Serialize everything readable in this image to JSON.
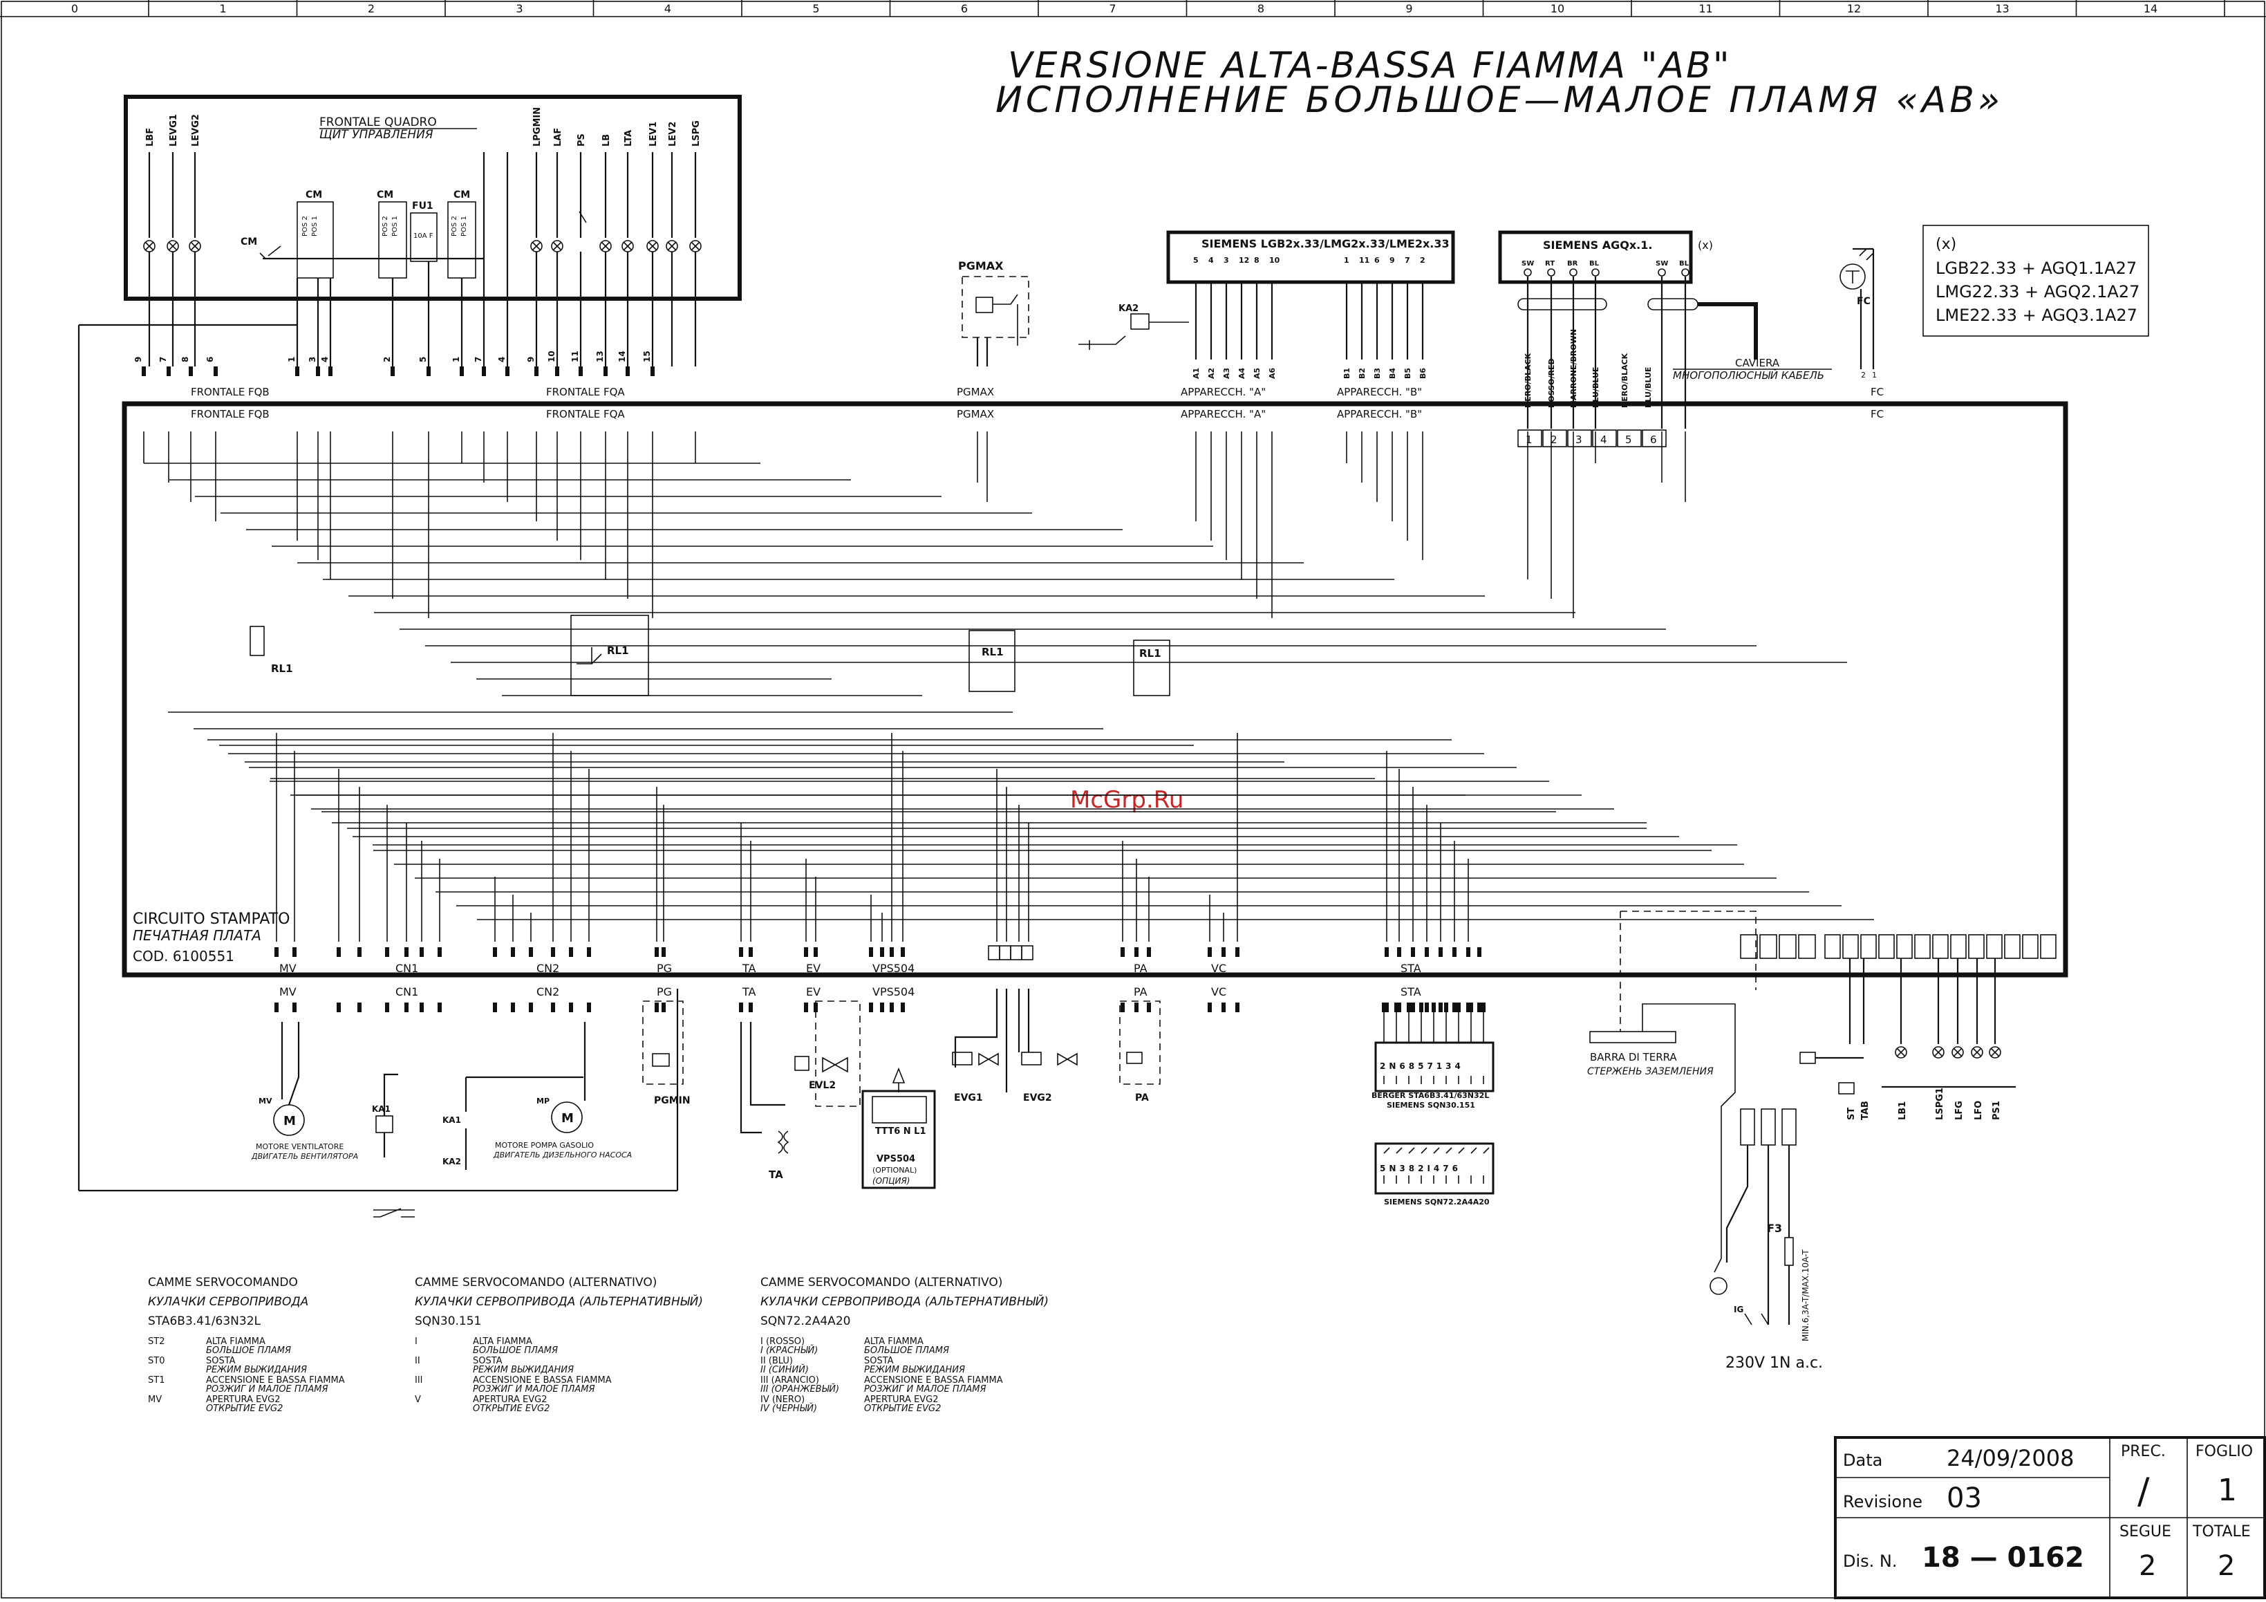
{
  "ruler": [
    "0",
    "1",
    "2",
    "3",
    "4",
    "5",
    "6",
    "7",
    "8",
    "9",
    "10",
    "11",
    "12",
    "13",
    "14"
  ],
  "title": {
    "line1": "VERSIONE ALTA-BASSA FIAMMA \"AB\"",
    "line2": "ИСПОЛНЕНИЕ БОЛЬШОЕ—МАЛОЕ ПЛАМЯ «АВ»"
  },
  "panel": {
    "title_it": "FRONTALE QUADRO",
    "title_ru": "ЩИТ УПРАВЛЕНИЯ",
    "lamps_left": [
      "LBF",
      "LEVG1",
      "LEVG2"
    ],
    "lamps_right": [
      "LPGMIN",
      "LAF",
      "PS",
      "LB",
      "LTA",
      "LEV1",
      "LEV2",
      "LSPG"
    ],
    "cm_label": "CM",
    "fuse_label": "FU1",
    "fuse_rating": "10A F",
    "pos1": "POS 1",
    "pos2": "POS 2",
    "terminals": [
      "9",
      "7",
      "8",
      "6",
      "1",
      "3",
      "4",
      "2",
      "5",
      "1",
      "7",
      "4",
      "9",
      "10",
      "11",
      "13",
      "14",
      "15"
    ]
  },
  "siemens_a": {
    "title": "SIEMENS LGB2x.33/LMG2x.33/LME2x.33",
    "pins": [
      "5",
      "4",
      "3",
      "12",
      "8",
      "10",
      "1",
      "11",
      "6",
      "9",
      "7",
      "2"
    ],
    "group_a": [
      "A1",
      "A2",
      "A3",
      "A4",
      "A5",
      "A6"
    ],
    "group_b": [
      "B1",
      "B2",
      "B3",
      "B4",
      "B5",
      "B6"
    ],
    "ka2": "KA2"
  },
  "siemens_agq": {
    "title": "SIEMENS AGQx.1.",
    "note": "(x)",
    "pins": [
      "SW",
      "RT",
      "BR",
      "BL",
      "SW",
      "BL"
    ],
    "wires": [
      "NERO/BLACK",
      "ROSSO/RED",
      "MARRONE/BROWN",
      "BLU/BLUE",
      "NERO/BLACK",
      "BLU/BLUE"
    ],
    "terminals": [
      "1",
      "2",
      "3",
      "4",
      "5",
      "6"
    ],
    "cable_it": "CAVIERA",
    "cable_ru": "МНОГОПОЛЮСНЫЙ КАБЕЛЬ"
  },
  "legend_box": {
    "header": "(x)",
    "rows": [
      "LGB22.33  +  AGQ1.1A27",
      "LMG22.33  +  AGQ2.1A27",
      "LME22.33  +  AGQ3.1A27"
    ]
  },
  "fc": {
    "label": "FC",
    "pins": [
      "2",
      "1"
    ]
  },
  "pgmax": {
    "label": "PGMAX"
  },
  "connector_labels": {
    "frontale_fqb": "FRONTALE FQB",
    "frontale_fqa": "FRONTALE FQA",
    "pgmax": "PGMAX",
    "apparecch_a": "APPARECCH. \"A\"",
    "apparecch_b": "APPARECCH. \"B\"",
    "fc": "FC"
  },
  "pcb": {
    "name_it": "CIRCUITO STAMPATO",
    "name_ru": "ПЕЧАТНАЯ ПЛАТА",
    "code": "COD. 6100551",
    "relay": "RL1",
    "bottom_labels": [
      "MV",
      "CN1",
      "CN2",
      "PG",
      "TA",
      "EV",
      "VPS504",
      "PA",
      "VC",
      "STA"
    ]
  },
  "bottom": {
    "mv_it": "MOTORE VENTILATORE",
    "mv_ru": "ДВИГАТЕЛЬ ВЕНТИЛЯТОРА",
    "mp_it": "MOTORE POMPA GASOLIO",
    "mp_ru": "ДВИГАТЕЛЬ ДИЗЕЛЬНОГО НАСОСА",
    "ka1": "KA1",
    "ka2": "KA2",
    "pgmin": "PGMIN",
    "ta": "TA",
    "evl2": "EVL2",
    "vps_name": "VPS504",
    "vps_opt": "(OPTIONAL)",
    "vps_opt_ru": "(ОПЦИЯ)",
    "evg1": "EVG1",
    "evg2": "EVG2",
    "pa": "PA",
    "sta1": "BERGER STA6B3.41/63N32L",
    "sta1b": "SIEMENS SQN30.151",
    "sta1_pins": "2N6857134",
    "sta2": "SIEMENS SQN72.2A4A20",
    "sta2_pins": "5N382I476",
    "earth_it": "BARRA DI TERRA",
    "earth_ru": "СТЕРЖЕНЬ ЗАЗЕМЛЕНИЯ",
    "supply": "230V 1N a.c.",
    "fuse": "F3",
    "fuse_rating": "MIN.6,3A-T/MAX.10A-T",
    "ig": "IG",
    "right_labels": [
      "ST",
      "TAB",
      "LB1",
      "LSPG1",
      "LFG",
      "LFO",
      "PS1"
    ]
  },
  "cams": [
    {
      "title": "CAMME SERVOCOMANDO",
      "title_ru": "КУЛАЧКИ СЕРВОПРИВОДА",
      "model": "STA6B3.41/63N32L",
      "rows": [
        {
          "k": "ST2",
          "it": "ALTA FIAMMA",
          "ru": "БОЛЬШОЕ ПЛАМЯ"
        },
        {
          "k": "ST0",
          "it": "SOSTA",
          "ru": "РЕЖИМ ВЫЖИДАНИЯ"
        },
        {
          "k": "ST1",
          "it": "ACCENSIONE E BASSA FIAMMA",
          "ru": "РОЗЖИГ И МАЛОЕ ПЛАМЯ"
        },
        {
          "k": "MV",
          "it": "APERTURA EVG2",
          "ru": "ОТКРЫТИЕ EVG2"
        }
      ]
    },
    {
      "title": "CAMME SERVOCOMANDO (ALTERNATIVO)",
      "title_ru": "КУЛАЧКИ СЕРВОПРИВОДА (АЛЬТЕРНАТИВНЫЙ)",
      "model": "SQN30.151",
      "rows": [
        {
          "k": "I",
          "it": "ALTA FIAMMA",
          "ru": "БОЛЬШОЕ ПЛАМЯ"
        },
        {
          "k": "II",
          "it": "SOSTA",
          "ru": "РЕЖИМ ВЫЖИДАНИЯ"
        },
        {
          "k": "III",
          "it": "ACCENSIONE E BASSA FIAMMA",
          "ru": "РОЗЖИГ И МАЛОЕ ПЛАМЯ"
        },
        {
          "k": "V",
          "it": "APERTURA EVG2",
          "ru": "ОТКРЫТИЕ EVG2"
        }
      ]
    },
    {
      "title": "CAMME SERVOCOMANDO (ALTERNATIVO)",
      "title_ru": "КУЛАЧКИ СЕРВОПРИВОДА (АЛЬТЕРНАТИВНЫЙ)",
      "model": "SQN72.2A4A20",
      "rows": [
        {
          "k": "I (ROSSO)",
          "k2": "I (КРАСНЫЙ)",
          "it": "ALTA FIAMMA",
          "ru": "БОЛЬШОЕ ПЛАМЯ"
        },
        {
          "k": "II (BLU)",
          "k2": "II (СИНИЙ)",
          "it": "SOSTA",
          "ru": "РЕЖИМ ВЫЖИДАНИЯ"
        },
        {
          "k": "III (ARANCIO)",
          "k2": "III (ОРАНЖЕВЫЙ)",
          "it": "ACCENSIONE E BASSA FIAMMA",
          "ru": "РОЗЖИГ И МАЛОЕ ПЛАМЯ"
        },
        {
          "k": "IV (NERO)",
          "k2": "IV (ЧЕРНЫЙ)",
          "it": "APERTURA EVG2",
          "ru": "ОТКРЫТИЕ EVG2"
        }
      ]
    }
  ],
  "watermark": "McGrp.Ru",
  "titleblock": {
    "data_label": "Data",
    "data_value": "24/09/2008",
    "rev_label": "Revisione",
    "rev_value": "03",
    "dis_label": "Dis. N.",
    "dis_value": "18 — 0162",
    "prec_label": "PREC.",
    "prec_value": "/",
    "foglio_label": "FOGLIO",
    "foglio_value": "1",
    "segue_label": "SEGUE",
    "segue_value": "2",
    "totale_label": "TOTALE",
    "totale_value": "2"
  }
}
